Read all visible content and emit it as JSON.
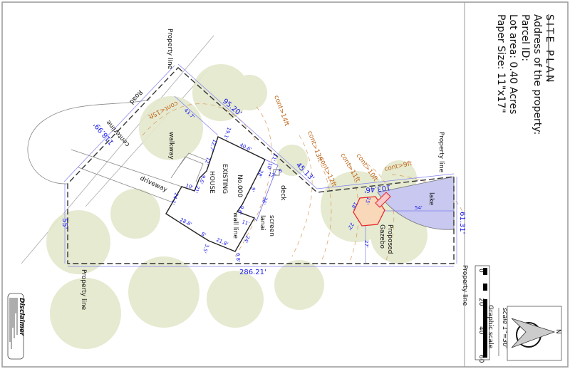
{
  "title_block": {
    "title": "SITE PLAN",
    "address": "Address of the property:",
    "parcel": "Parcel ID:",
    "lot_area": "Lot area: 0.40 Acres",
    "paper_size": "Paper Size: 11\"x17\""
  },
  "labels": {
    "property_line_1": "Property line",
    "property_line_2": "Property line",
    "property_line_3": "Property line",
    "property_line_4": "Property line",
    "road": "Road",
    "centerline": "centerline",
    "walkway": "walkway",
    "driveway": "driveway",
    "house_no": "No.000",
    "existing": "EXISTING",
    "house": "HOUSE",
    "wall_line": "wall line",
    "deck": "deck",
    "screen": "screen",
    "lanai": "lanai",
    "lake": "lake",
    "proposed": "Proposed",
    "gazebo": "Gazebo"
  },
  "contours": [
    "cont<15ft",
    "cont>14ft",
    "cont>13ft",
    "cont>12ft",
    "cont>11ft",
    "cont>10ft",
    "cont>9ft"
  ],
  "boundary_dims": {
    "road_side": "118.99'",
    "top": "95.20'",
    "angled": "45.13'",
    "lake_top": "103.46'",
    "right": "61.31'",
    "bottom": "286.21'",
    "left": "55'"
  },
  "house_dims": [
    "43.7'",
    "19.1'",
    "40.6'",
    "12.7'",
    "12'",
    "9.6'",
    "21'",
    "10'",
    "24.1'",
    "28.8'",
    "8'",
    "3.5'",
    "21.8'",
    "6.8'",
    "24'",
    "11'",
    "9.6'",
    "9'",
    "28'",
    "36'",
    "12'",
    "10'",
    "11'",
    "4'"
  ],
  "gazebo_dims": [
    "15'",
    "54'",
    "22'",
    "27'",
    "18'"
  ],
  "scale": {
    "text": "scale 1\"=30'",
    "graphic_label": "Graphic scale",
    "ticks": [
      "0",
      "20",
      "40",
      "60"
    ]
  },
  "north": "N",
  "disclaimer": {
    "heading": "Disclaimer"
  },
  "colors": {
    "dimension": "#1a1aee",
    "contour": "#c0661a",
    "gazebo": "#e8232a",
    "lake": "#c8c8f0",
    "tree": "#e3e8cc"
  }
}
